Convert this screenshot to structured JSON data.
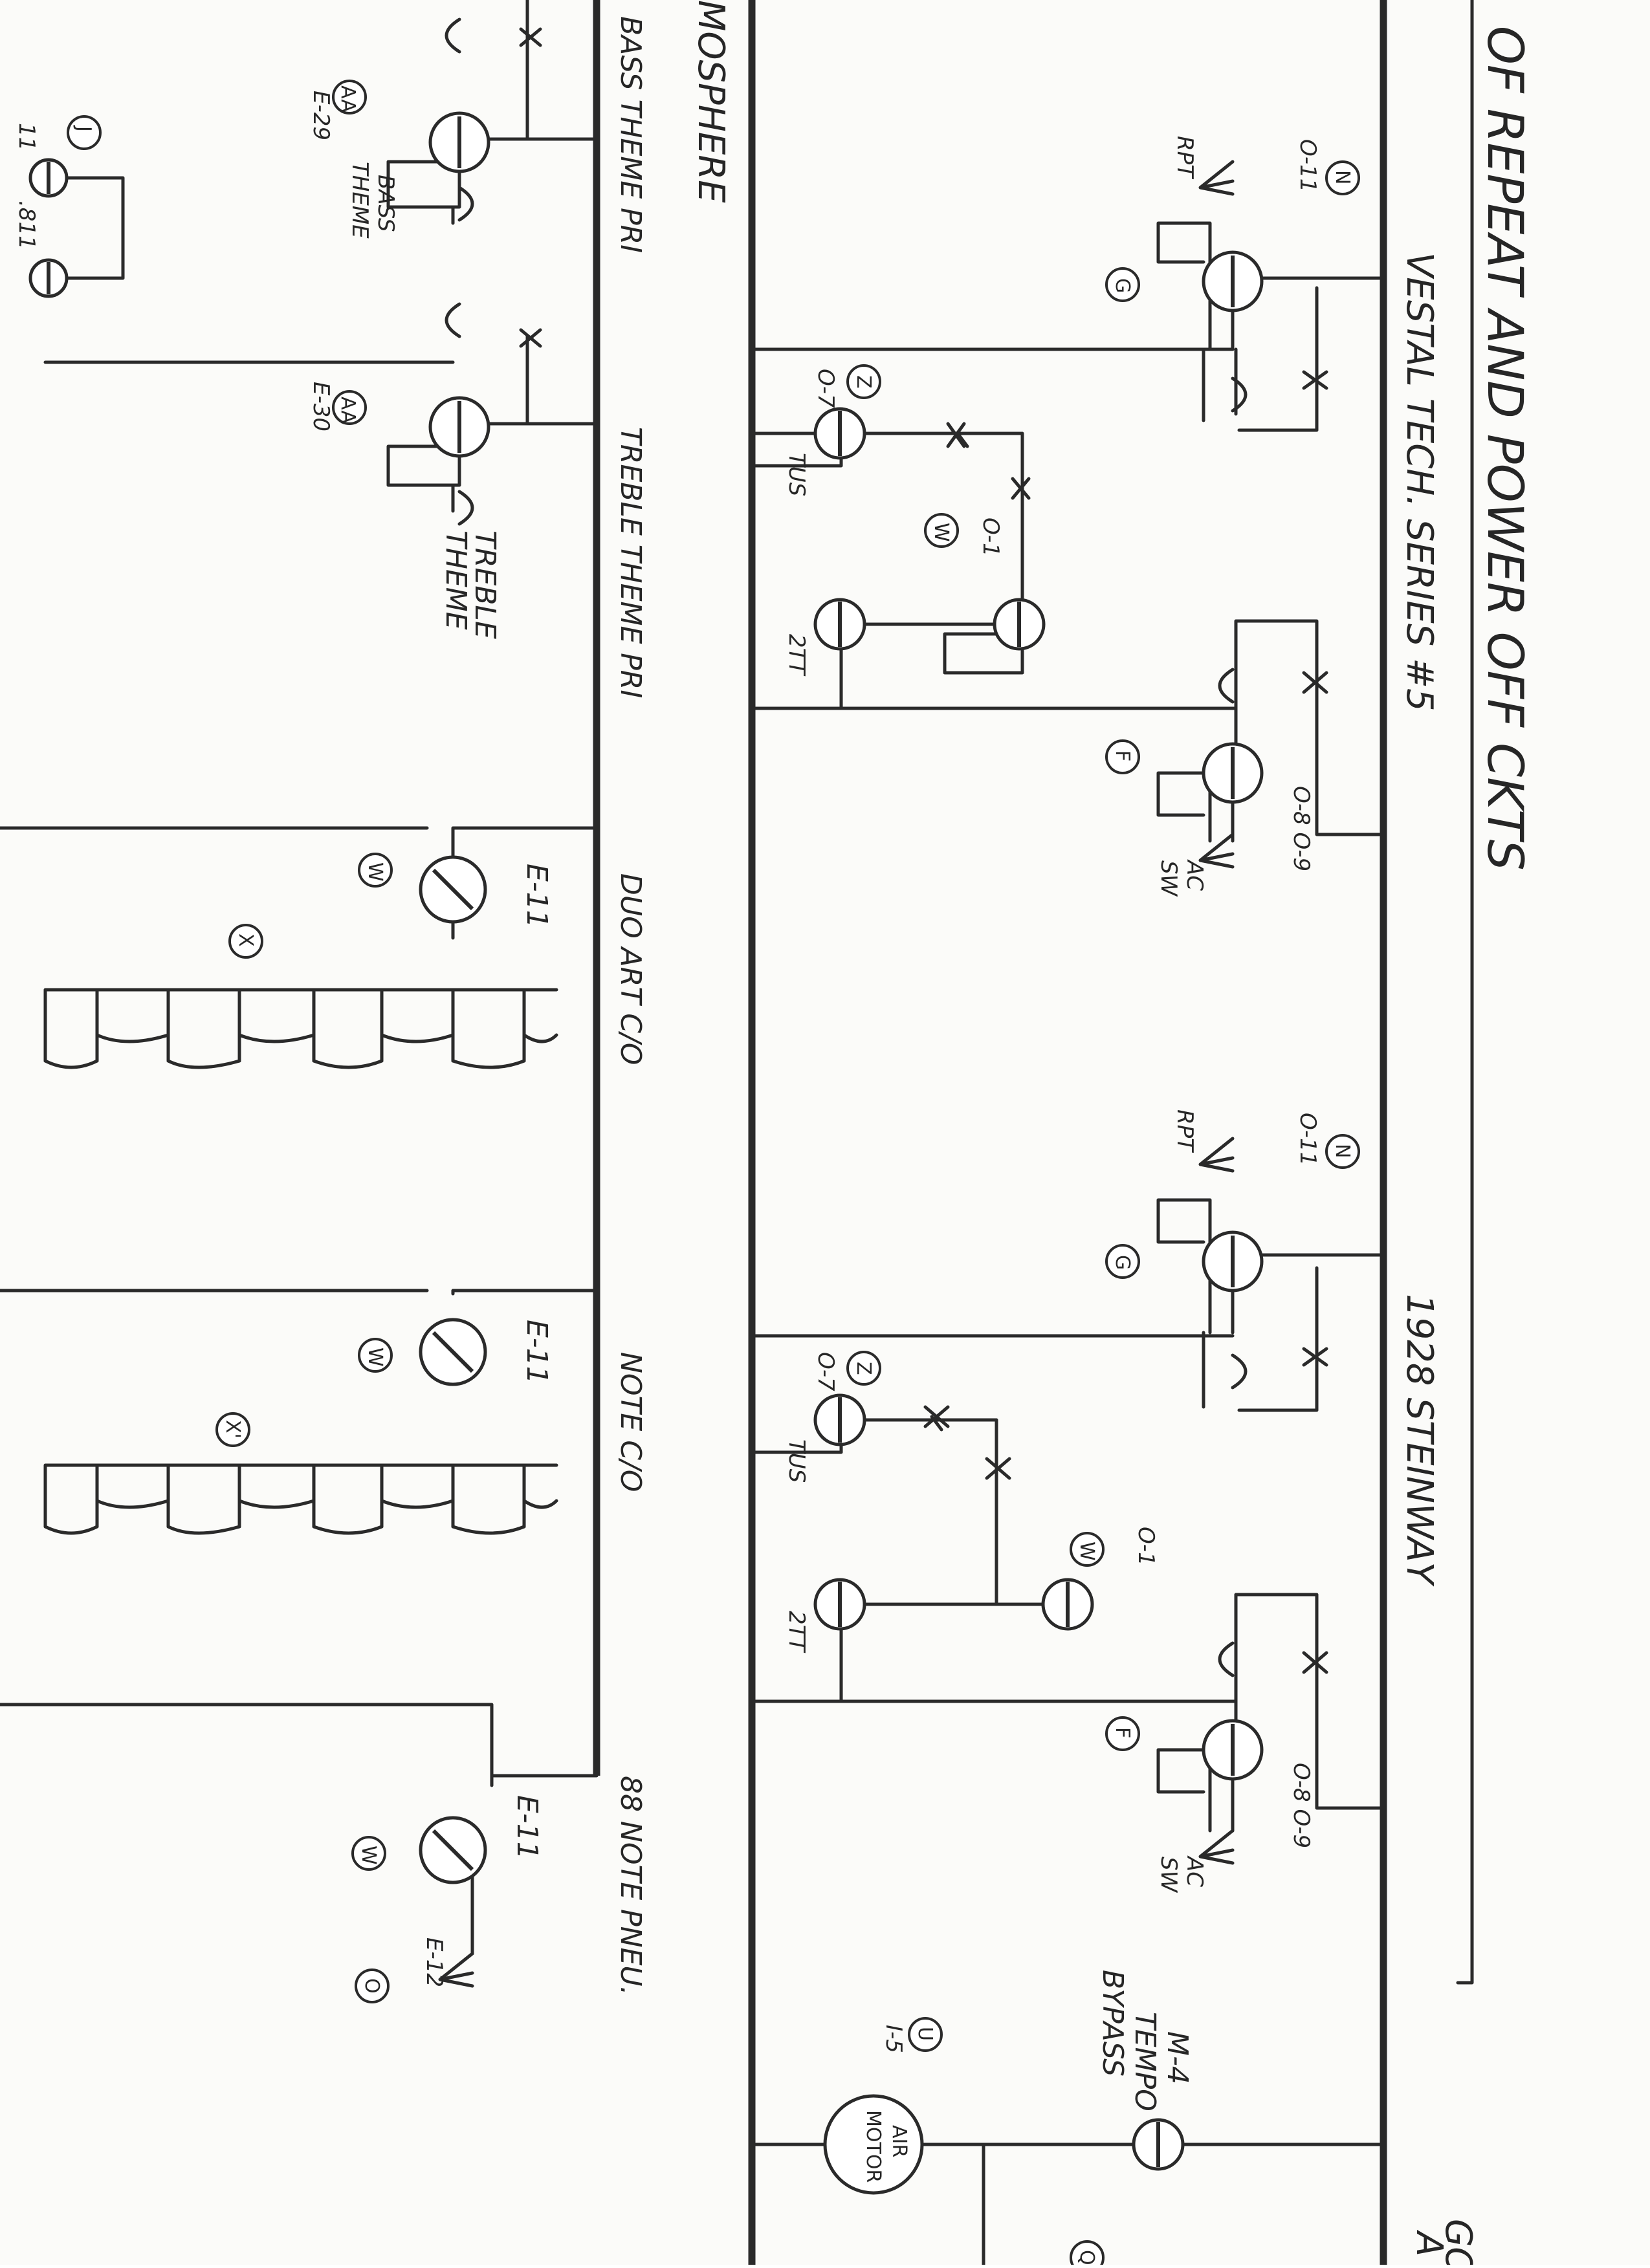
{
  "title": "OF REPEAT AND POWER OFF CKTS",
  "sections": {
    "vestal": "VESTAL TECH. SERIES #5",
    "steinway": "1928 STEINWAY",
    "cut_top": "GOV",
    "cut_top2": "A",
    "atmosphere": "MOSPHERE"
  },
  "bus_labels": {
    "bass_theme_pri": "BASS THEME PRI",
    "treble_theme_pri": "TREBLE THEME PRI",
    "duo_art": "DUO ART C/O",
    "note_co": "NOTE C/O",
    "note_pneu": "88 NOTE PNEU."
  },
  "vestal_labels": {
    "n_ref": "N",
    "o11": "O-11",
    "rpt": "RPT",
    "g_ref": "G",
    "z_ref": "Z",
    "o7": "O-7",
    "tus": "TUS",
    "w_ref": "W",
    "o1": "O-1",
    "tt": "2TT",
    "f_ref": "F",
    "o8o9": "O-8  O-9",
    "ac": "AC",
    "sw": "SW"
  },
  "steinway_labels": {
    "n_ref": "N",
    "o11": "O-11",
    "rpt": "RPT",
    "g_ref": "G",
    "z_ref": "Z",
    "o7": "O-7",
    "tus": "TUS",
    "w_ref": "W",
    "o1": "O-1",
    "tt": "2TT",
    "f_ref": "F",
    "o8o9": "O-8  O-9",
    "ac": "AC",
    "sw": "SW"
  },
  "tempo_labels": {
    "m4": "M-4",
    "tempo": "TEMPO",
    "bypass": "BYPASS",
    "u_ref": "U",
    "i5": "I-5",
    "air": "AIR",
    "motor": "MOTOR",
    "q_ref": "Q"
  },
  "theme_labels": {
    "aa1": "AA",
    "e29": "E-29",
    "bass": "BASS",
    "theme1": "THEME",
    "bass_small": "BASS",
    "aa2": "AA",
    "e30": "E-30",
    "treble": "TREBLE",
    "theme2": "THEME",
    "j_ref": "J",
    "cut1": "11",
    "cut2": ".811"
  },
  "valve_labels": {
    "e11a": "E-11",
    "w1": "W",
    "x1": "X",
    "e11b": "E-11",
    "w2": "W",
    "x2": "X'",
    "e11c": "E-11",
    "w3": "W",
    "e12": "E-12",
    "o_ref": "O"
  }
}
